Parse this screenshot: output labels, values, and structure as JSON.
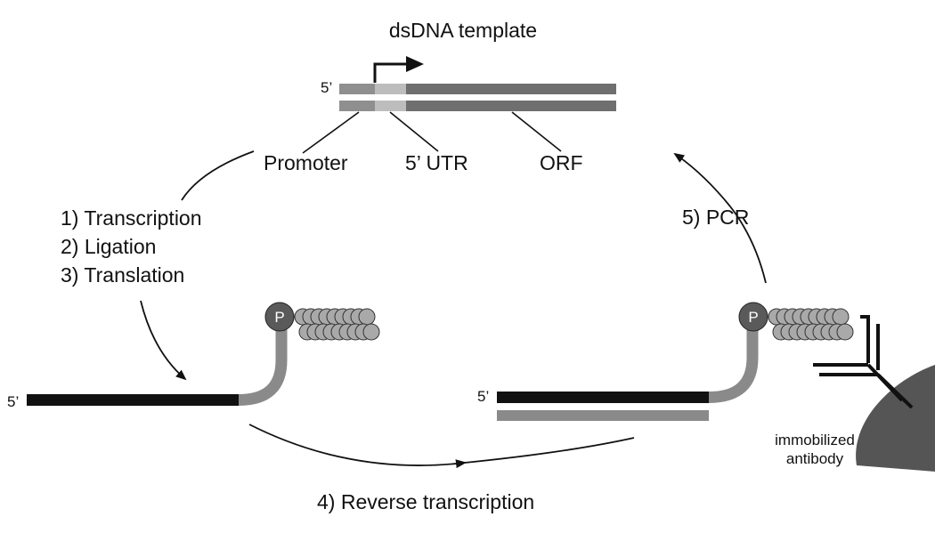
{
  "title": "dsDNA template",
  "template": {
    "five_prime": "5’",
    "promoter": "Promoter",
    "utr": "5’ UTR",
    "orf": "ORF"
  },
  "steps": {
    "s1": "1)  Transcription",
    "s2": "2)  Ligation",
    "s3": "3)  Translation",
    "s4": "4)  Reverse transcription",
    "s5": "5)  PCR"
  },
  "mrna_complex": {
    "five_prime": "5’",
    "puromycin": "P"
  },
  "cdna_complex": {
    "five_prime": "5’",
    "puromycin": "P"
  },
  "antibody": {
    "line1": "immobilized",
    "line2": "antibody"
  },
  "colors": {
    "black": "#111111",
    "dna_dark_gray": "#6f6f6f",
    "promoter_gray": "#8f8f8f",
    "utr_light_gray": "#bdbdbd",
    "linker_gray": "#8a8a8a",
    "bead_gray": "#a9a9a9",
    "puromycin_dark": "#5a5a5a",
    "antibody_blob": "#555555"
  }
}
